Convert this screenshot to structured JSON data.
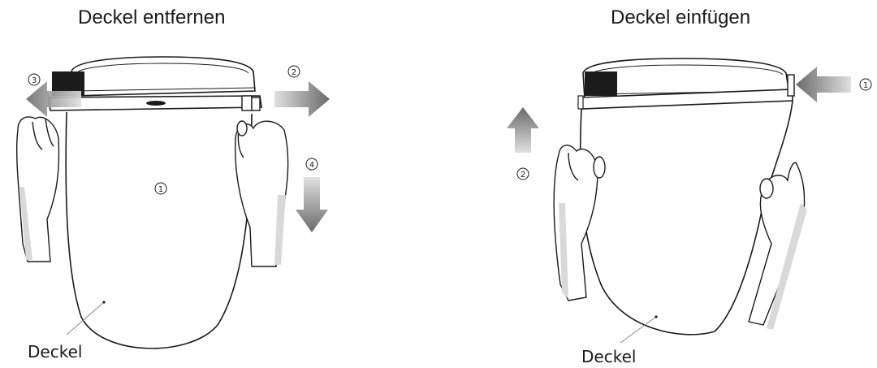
{
  "titles": {
    "left": "Deckel entfernen",
    "right": "Deckel einfügen"
  },
  "left_panel": {
    "steps": {
      "s1": "1",
      "s2": "2",
      "s3": "3",
      "s4": "4"
    },
    "part_label": "Deckel"
  },
  "right_panel": {
    "steps": {
      "s1": "1",
      "s2": "2"
    },
    "part_label": "Deckel"
  },
  "colors": {
    "line": "#1a1a1a",
    "arrow_dark": "#6e6e6e",
    "arrow_light": "#d6d6d6",
    "hand_shadow": "#d9d9d9",
    "latch": "#1c1c1c"
  }
}
